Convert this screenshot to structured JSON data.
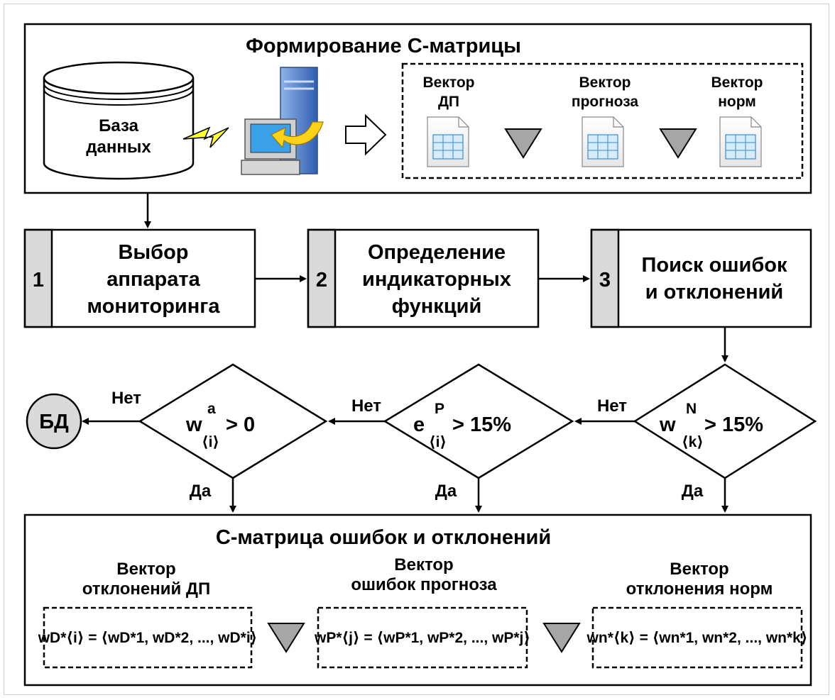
{
  "top_block": {
    "title": "Формирование С-матрицы",
    "db_label_1": "База",
    "db_label_2": "данных",
    "vectors": [
      {
        "line1": "Вектор",
        "line2": "ДП"
      },
      {
        "line1": "Вектор",
        "line2": "прогноза"
      },
      {
        "line1": "Вектор",
        "line2": "норм"
      }
    ]
  },
  "steps": [
    {
      "number": "1",
      "lines": [
        "Выбор",
        "аппарата",
        "мониторинга"
      ]
    },
    {
      "number": "2",
      "lines": [
        "Определение",
        "индикаторных",
        "функций"
      ]
    },
    {
      "number": "3",
      "lines": [
        "Поиск ошибок",
        "и отклонений"
      ]
    }
  ],
  "decisions": {
    "d1": {
      "var": "w",
      "sup": "a",
      "sub": "⟨i⟩",
      "rel": "> 0"
    },
    "d2": {
      "var": "e",
      "sup": "P",
      "sub": "⟨i⟩",
      "rel": "> 15%"
    },
    "d3": {
      "var": "w",
      "sup": "N",
      "sub": "⟨k⟩",
      "rel": "> 15%"
    },
    "no_label": "Нет",
    "yes_label": "Да"
  },
  "db_circle_label": "БД",
  "bottom_block": {
    "title": "С-матрица ошибок и отклонений",
    "vectors": [
      {
        "line1": "Вектор",
        "line2": "отклонений ДП",
        "formula": "wD*⟨i⟩ = ⟨wD*1, wD*2, ..., wD*i⟩"
      },
      {
        "line1": "Вектор",
        "line2": "ошибок прогноза",
        "formula": "wP*⟨j⟩ = ⟨wP*1, wP*2, ..., wP*j⟩"
      },
      {
        "line1": "Вектор",
        "line2": "отклонения норм",
        "formula": "wn*⟨k⟩ = ⟨wn*1, wn*2, ..., wn*k⟩"
      }
    ]
  },
  "colors": {
    "step_tab": "#d9d9d9",
    "triangle": "#a6a6a6",
    "db_circle": "#d9d9d9",
    "lightning": "#ffff33",
    "server_blue": "#3a6fc4",
    "arrow_yellow": "#ffd21a"
  },
  "icons": [
    "database-cylinder-icon",
    "lightning-icon",
    "computer-server-icon",
    "right-arrow-icon",
    "spreadsheet-icon",
    "triangle-operator-icon"
  ]
}
